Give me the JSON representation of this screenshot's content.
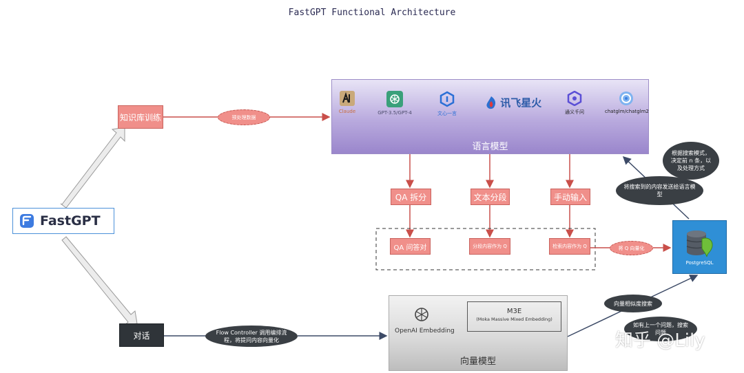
{
  "title": "FastGPT Functional Architecture",
  "root": {
    "name": "FastGPT"
  },
  "nodes": {
    "kb_training": "知识库训练",
    "dialogue": "对话",
    "qa_split": "QA 拆分",
    "text_split": "文本分段",
    "manual_input": "手动输入",
    "qa_pair": "QA 问答对",
    "segment_as_q": "分段内容作为 Q",
    "check_as_q": "检索内容作为 Q",
    "postgres": "PostgreSQL"
  },
  "ovals": {
    "preprocess": "预处理数据",
    "vectorize_q": "将 Q 向量化",
    "flow_controller": "Flow Controller 调用编排流程，将提问内容向量化",
    "send_to_lm": "将搜索到的内容发送给语言模型",
    "decide_topn": "根据搜索模式，决定前 n 条，以及处理方式",
    "similarity_search": "向量相似度搜索",
    "prev_question": "如有上一个问题，搜索问题"
  },
  "language_model": {
    "title": "语言模型",
    "providers": [
      {
        "name": "Claude",
        "icon": "anthropic-icon",
        "color": "#c96b3c"
      },
      {
        "name": "GPT-3.5/GPT-4",
        "icon": "openai-icon",
        "color": "#3aa07a"
      },
      {
        "name": "文心一言",
        "icon": "wenxin-icon",
        "color": "#2a6fd6"
      },
      {
        "name": "讯飞星火",
        "icon": "xinghuo-icon",
        "color": "#2c6fd0"
      },
      {
        "name": "通义千问",
        "icon": "tongyi-icon",
        "color": "#5b4fd6"
      },
      {
        "name": "chatglm/chatglm2",
        "icon": "chatglm-icon",
        "color": "#3a7fe0"
      }
    ]
  },
  "vector_model": {
    "title": "向量模型",
    "openai_embedding": "OpenAI Embedding",
    "m3e_name": "M3E",
    "m3e_full": "(Moka Massive Mixed Embedding)"
  },
  "watermark": "知乎 @Lily",
  "colors": {
    "pink": "#f08f8a",
    "dark": "#2f3439",
    "accent": "#4a90d9",
    "arrow": "#c94f4a"
  }
}
